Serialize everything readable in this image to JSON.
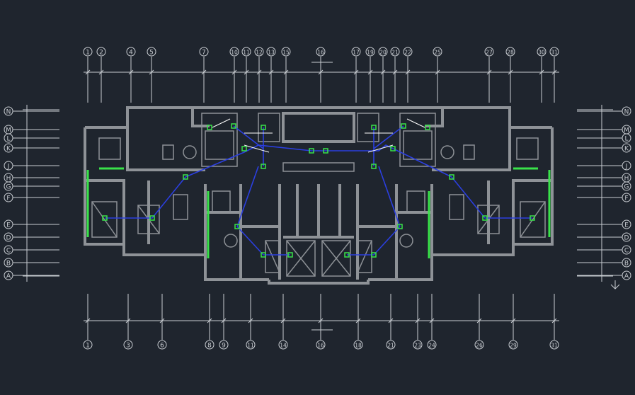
{
  "colors": {
    "background": "#1f252e",
    "line": "#c9cdd2",
    "wall": "#8e9297",
    "cable": "#2b3fe0",
    "device": "#39e34a",
    "highlight": "#ffffff",
    "accent": "#e08a2a"
  },
  "grid_top_labels": [
    "1",
    "2",
    "4",
    "5",
    "7",
    "10",
    "11",
    "12",
    "13",
    "15",
    "16",
    "17",
    "19",
    "20",
    "21",
    "22",
    "25",
    "27",
    "28",
    "30",
    "31"
  ],
  "grid_bottom_labels": [
    "1",
    "3",
    "6",
    "8",
    "9",
    "11",
    "14",
    "16",
    "18",
    "21",
    "23",
    "24",
    "26",
    "29",
    "31"
  ],
  "grid_left_labels": [
    "N",
    "M",
    "L",
    "K",
    "J",
    "H",
    "G",
    "F",
    "E",
    "D",
    "C",
    "B",
    "A"
  ],
  "grid_right_labels": [
    "N",
    "M",
    "L",
    "K",
    "J",
    "H",
    "G",
    "F",
    "E",
    "D",
    "C",
    "B",
    "A"
  ]
}
